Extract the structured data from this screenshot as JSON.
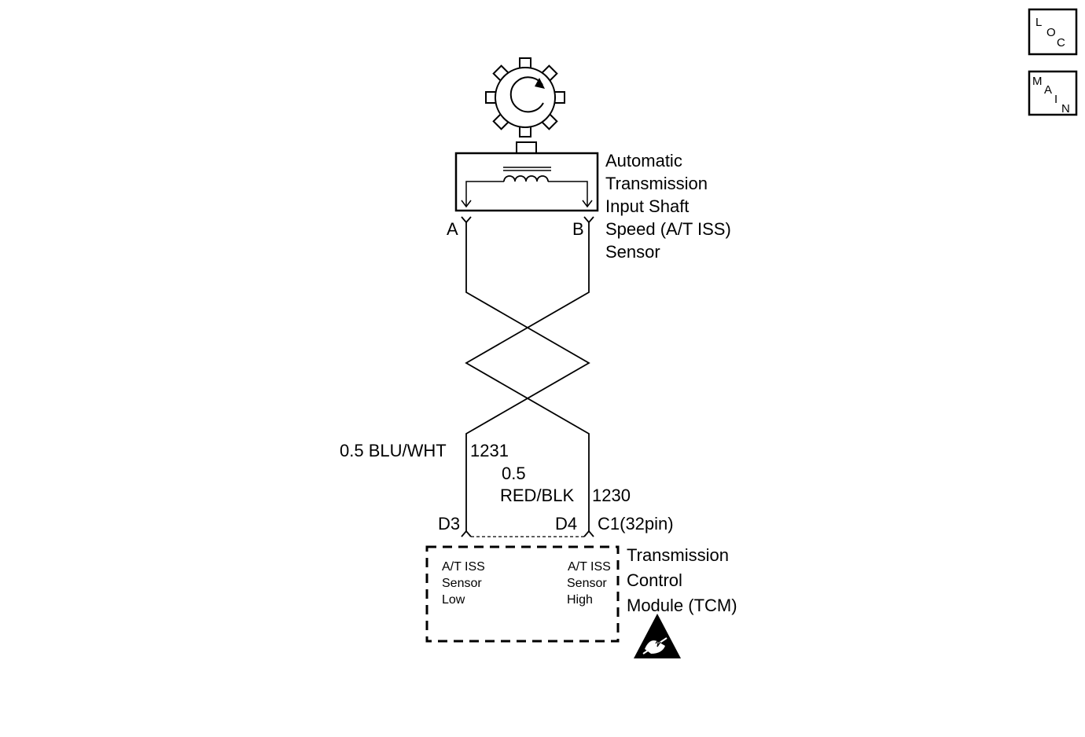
{
  "nav": {
    "loc": {
      "l1": "L",
      "l2": "O",
      "l3": "C"
    },
    "main": {
      "l1": "M",
      "l2": "A",
      "l3": "I",
      "l4": "N"
    }
  },
  "sensor": {
    "name": [
      "Automatic",
      "Transmission",
      "Input Shaft",
      "Speed (A/T ISS)",
      "Sensor"
    ],
    "pin_a": "A",
    "pin_b": "B"
  },
  "wires": {
    "left": {
      "size": "0.5 BLU/WHT",
      "circuit": "1231"
    },
    "right": {
      "size": "0.5",
      "color": "RED/BLK",
      "circuit": "1230"
    }
  },
  "connector": {
    "pin_left": "D3",
    "pin_right": "D4",
    "id": "C1(32pin)"
  },
  "module": {
    "name": [
      "Transmission",
      "Control",
      "Module (TCM)"
    ],
    "left_label": [
      "A/T ISS",
      "Sensor",
      "Low"
    ],
    "right_label": [
      "A/T ISS",
      "Sensor",
      "High"
    ]
  },
  "colors": {
    "line": "#000000",
    "background": "#ffffff"
  },
  "icons": {
    "esd": "esd-warning-icon",
    "reluctor": "reluctor-wheel-icon",
    "coil": "coil-icon"
  }
}
